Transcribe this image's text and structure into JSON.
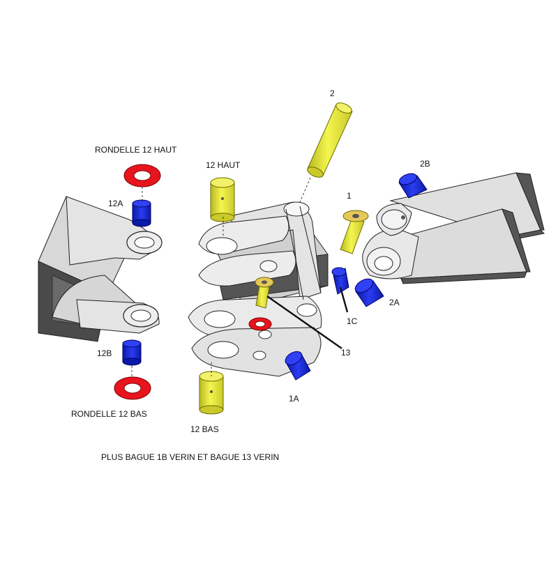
{
  "labels": {
    "rondelle_12_haut": "RONDELLE 12 HAUT",
    "rondelle_12_bas": "RONDELLE 12 BAS",
    "part_12a": "12A",
    "part_12b": "12B",
    "part_12_haut": "12 HAUT",
    "part_12_bas": "12 BAS",
    "part_2": "2",
    "part_1": "1",
    "part_2b": "2B",
    "part_2a": "2A",
    "part_1c": "1C",
    "part_13": "13",
    "part_1a": "1A",
    "footnote": "PLUS BAGUE 1B VERIN ET BAGUE 13 VERIN"
  },
  "colors": {
    "washer_red": "#e8141e",
    "bushing_blue": "#1c2ee0",
    "pin_yellow": "#eeee3a",
    "metal_light": "#e6e6e6",
    "metal_dark": "#555555",
    "outline": "#222222"
  }
}
